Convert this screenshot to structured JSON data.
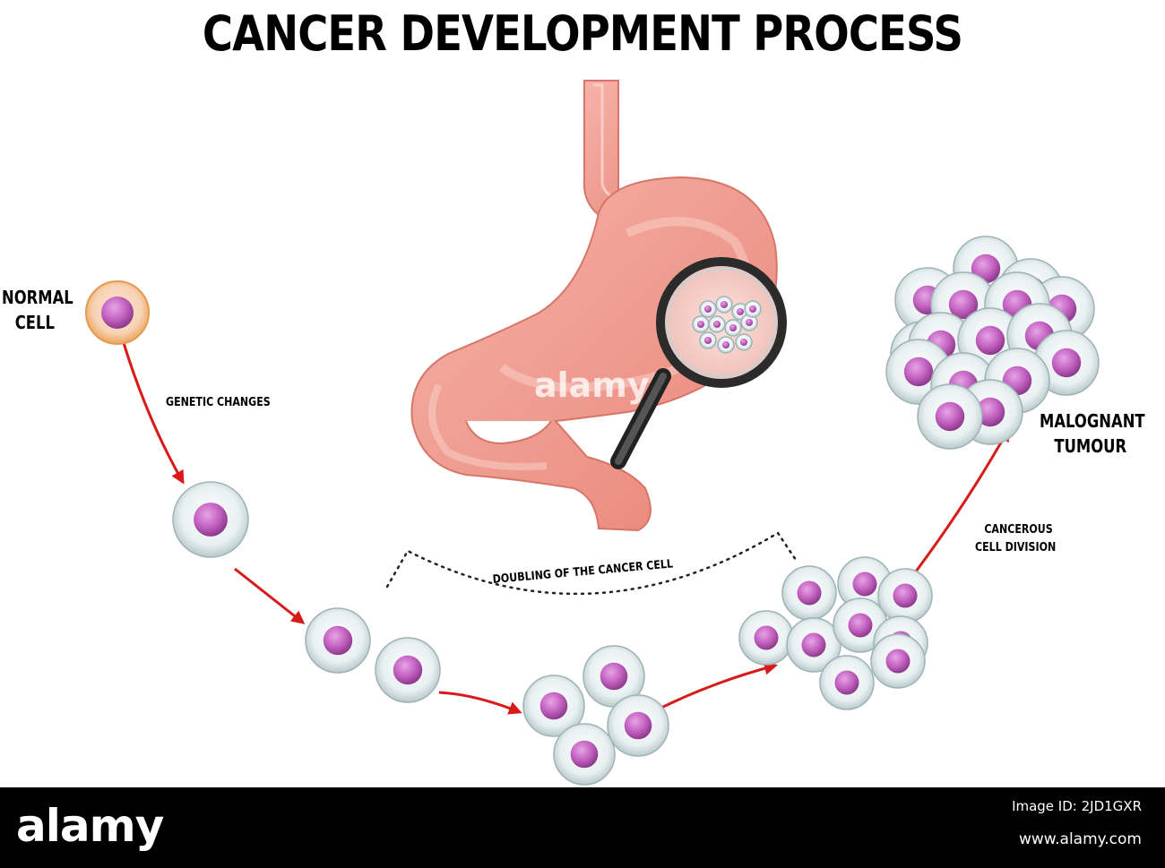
{
  "title": "CANCER DEVELOPMENT PROCESS",
  "labels": {
    "normal_cell_line1": "NORMAL",
    "normal_cell_line2": "CELL",
    "genetic_changes": "GENETIC CHANGES",
    "doubling": "DOUBLING OF THE CANCER CELL",
    "cancerous_line1": "CANCEROUS",
    "cancerous_line2": "CELL DIVISION",
    "malignant_line1": "MALOGNANT",
    "malignant_line2": "TUMOUR"
  },
  "watermark": "alamy",
  "footer": {
    "logo": "alamy",
    "image_id": "Image ID: 2JD1GXR",
    "url": "www.alamy.com"
  },
  "colors": {
    "arrow": "#d81a1a",
    "cell_membrane": "#e4eced",
    "nucleus": "#b84fb5",
    "stomach": "#f1a097",
    "normal_cell": "#f7c074"
  }
}
